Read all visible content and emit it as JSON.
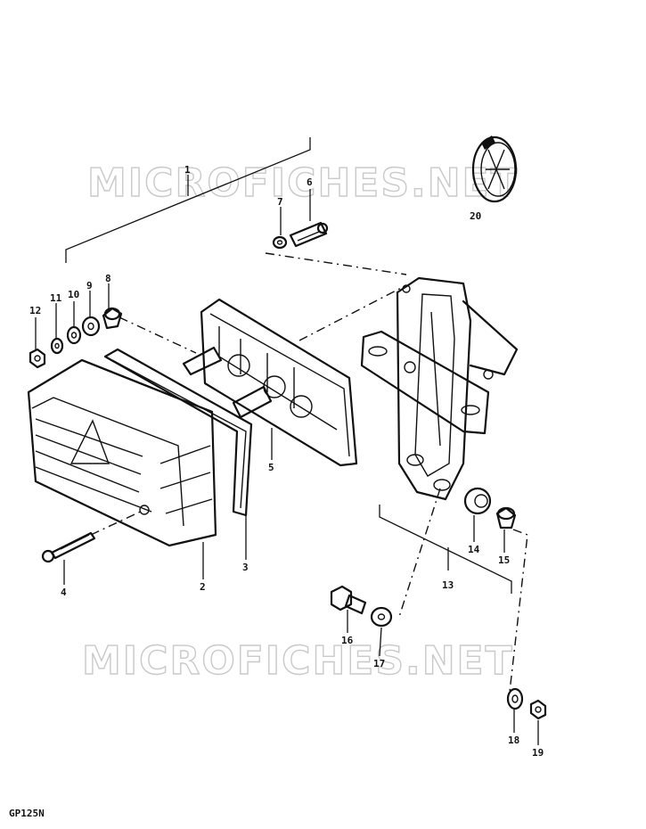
{
  "watermark": "MICROFICHES.NET",
  "model_code": "GP125N",
  "parts": [
    "1",
    "2",
    "3",
    "4",
    "5",
    "6",
    "7",
    "8",
    "9",
    "10",
    "11",
    "12",
    "13",
    "14",
    "15",
    "16",
    "17",
    "18",
    "19",
    "20"
  ]
}
